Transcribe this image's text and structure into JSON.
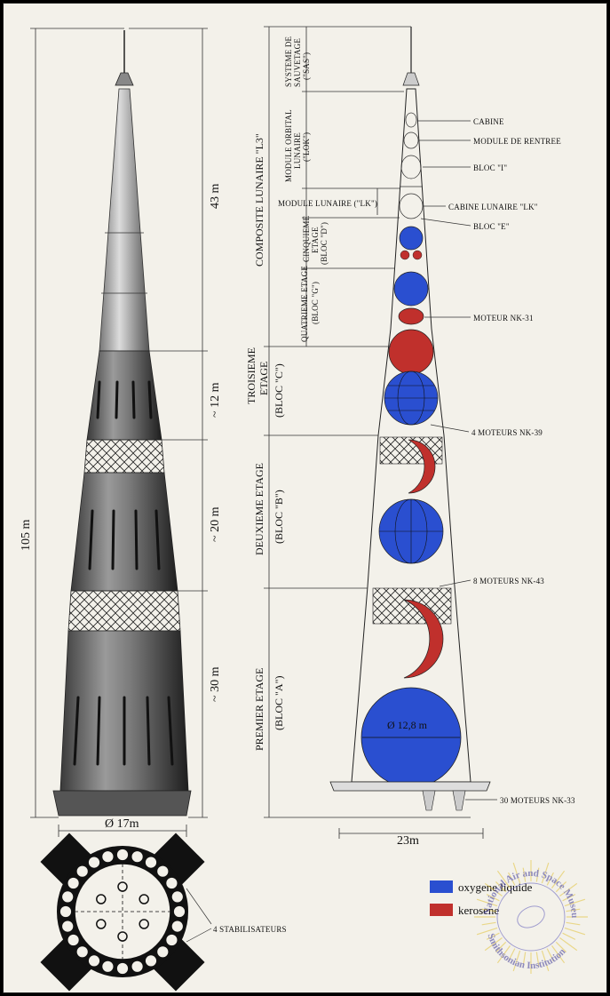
{
  "left": {
    "total_height": "105 m",
    "seg_43": "43 m",
    "seg_12": "~ 12 m",
    "seg_20": "~ 20 m",
    "seg_30": "~ 30 m",
    "base_diameter": "Ø 17m",
    "stabilisateurs": "4 STABILISATEURS"
  },
  "right": {
    "stages": {
      "composite": "COMPOSITE LUNAIRE \"L3\"",
      "troisieme_1": "TROISIEME",
      "troisieme_2": "ETAGE",
      "troisieme_3": "(BLOC \"C\")",
      "deuxieme_1": "DEUXIEME ETAGE",
      "deuxieme_2": "(BLOC \"B\")",
      "premier_1": "PREMIER ETAGE",
      "premier_2": "(BLOC \"A\")",
      "sas_1": "SYSTEME DE",
      "sas_2": "SAUVETAGE",
      "sas_3": "(\"SAS\")",
      "lok_1": "MODULE ORBITAL",
      "lok_2": "LUNAIRE",
      "lok_3": "(\"LOK\")",
      "lk": "MODULE LUNAIRE (\"LK\")",
      "cinq_1": "CINQUIEME",
      "cinq_2": "ETAGE",
      "cinq_3": "(BLOC \"D\")",
      "quat_1": "QUATRIEME ETAGE",
      "quat_2": "(BLOC \"G\")"
    },
    "callouts": {
      "cabine": "CABINE",
      "module_rentree": "MODULE DE RENTREE",
      "bloc_i": "BLOC \"I\"",
      "cabine_lk": "CABINE LUNAIRE \"LK\"",
      "bloc_e": "BLOC \"E\"",
      "nk31": "MOTEUR NK-31",
      "nk39": "4 MOTEURS NK-39",
      "nk43": "8 MOTEURS NK-43",
      "nk33": "30 MOTEURS NK-33"
    },
    "tank_diameter": "Ø 12,8 m",
    "base_width": "23m"
  },
  "legend": {
    "items": [
      {
        "label": "oxygene liquide",
        "color": "#2a4fd0"
      },
      {
        "label": "kerosene",
        "color": "#c0302c"
      }
    ]
  },
  "watermark": {
    "top": "National Air and Space Museum",
    "bottom": "Smithsonian Institution"
  },
  "colors": {
    "lox": "#2a4fd0",
    "kerosene": "#c0302c"
  }
}
